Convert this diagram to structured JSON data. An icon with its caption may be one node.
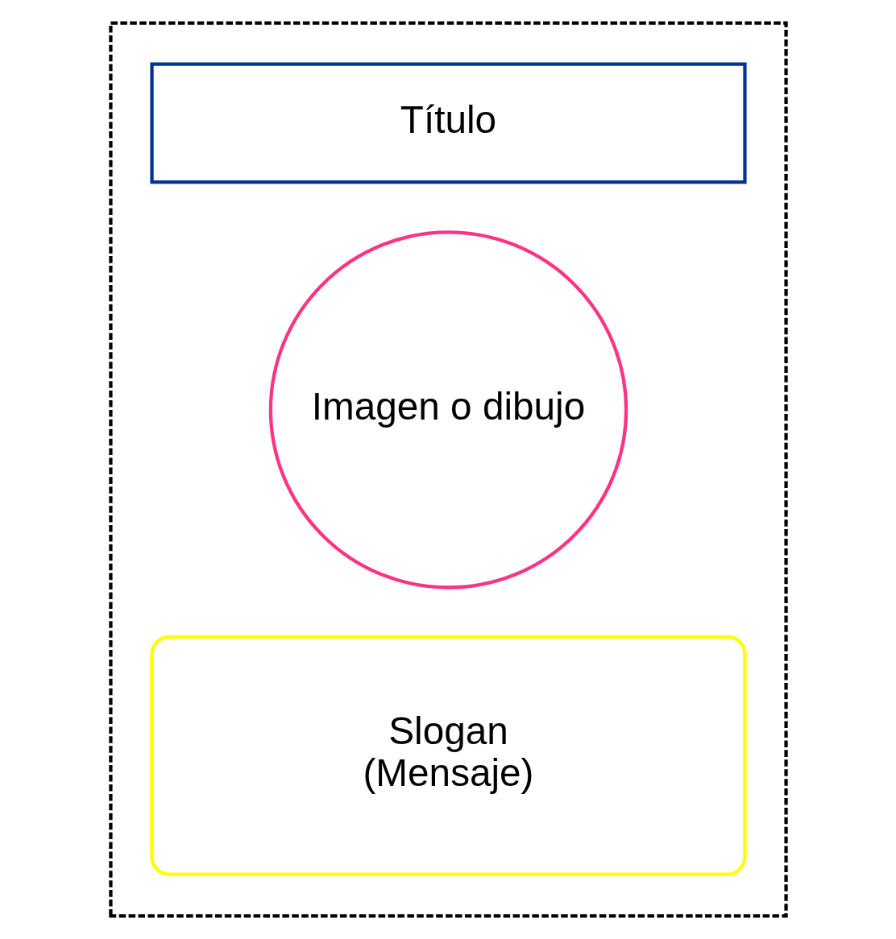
{
  "diagram": {
    "nodes": [
      {
        "text": [],
        "shape": "box"
      },
      {
        "text": [
          "Título"
        ],
        "in": 0
      },
      {
        "text": [
          "Imagen o dibujo"
        ],
        "in": 0
      },
      {
        "text": [
          "Slogan",
          "(Mensaje)"
        ],
        "in": 0
      }
    ],
    "edges": []
  }
}
